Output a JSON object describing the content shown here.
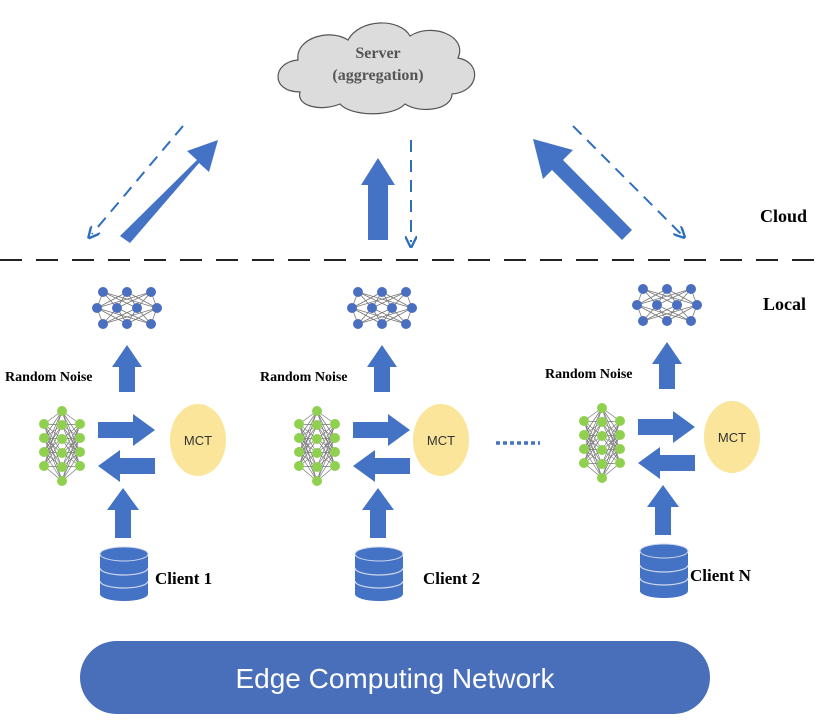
{
  "server": {
    "line1": "Server",
    "line2": "(aggregation)"
  },
  "layers": {
    "cloud": "Cloud",
    "local": "Local"
  },
  "clients": [
    {
      "name": "Client 1",
      "noise_label": "Random Noise",
      "mct_label": "MCT"
    },
    {
      "name": "Client 2",
      "noise_label": "Random Noise",
      "mct_label": "MCT"
    },
    {
      "name": "Client N",
      "noise_label": "Random Noise",
      "mct_label": "MCT"
    }
  ],
  "network": {
    "label": "Edge Computing Network"
  },
  "colors": {
    "arrow_blue": "#4472c4",
    "node_blue": "#4a6ec0",
    "node_green": "#8fd14f",
    "mct_fill": "#fae59a",
    "cloud_fill": "#dcdcdc",
    "network_fill": "#4a6fba"
  }
}
